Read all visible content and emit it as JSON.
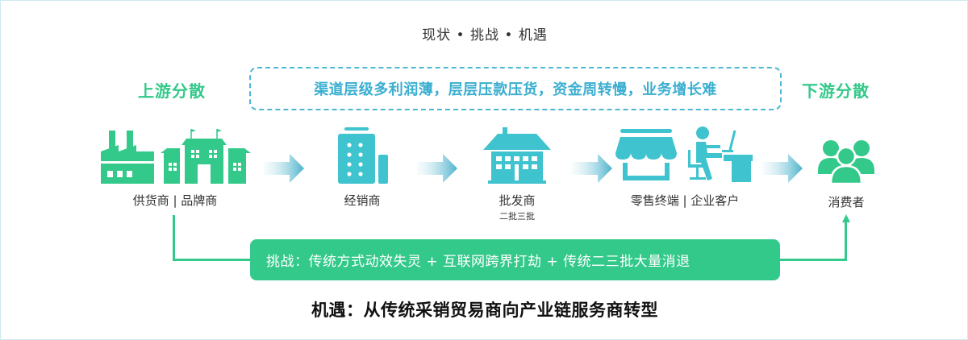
{
  "title": "现状 • 挑战 • 机遇",
  "upstream_heading": "上游分散",
  "downstream_heading": "下游分散",
  "pain_point": "渠道层级多利润薄，层层压款压货，资金周转慢，业务增长难",
  "nodes": [
    {
      "label": "供货商 | 品牌商",
      "icons": [
        "factory-icon",
        "office-buildings-icon"
      ],
      "color": "#33c98a"
    },
    {
      "label": "经销商",
      "icons": [
        "office-tower-icon"
      ],
      "color": "#3ec3cf"
    },
    {
      "label": "批发商",
      "sublabel": "二批三批",
      "icons": [
        "warehouse-house-icon"
      ],
      "color": "#3ec3cf"
    },
    {
      "label": "零售终端 | 企业客户",
      "icons": [
        "storefront-icon",
        "office-worker-icon"
      ],
      "color": "#3ec3cf"
    },
    {
      "label": "消费者",
      "icons": [
        "users-group-icon"
      ],
      "color": "#33c98a"
    }
  ],
  "challenge": "挑战：传统方式动效失灵 + 互联网跨界打劫 + 传统二三批大量消退",
  "opportunity": "机遇：从传统采销贸易商向产业链服务商转型",
  "colors": {
    "green": "#33c98a",
    "teal": "#3ec3cf",
    "blue_text": "#3aaed0",
    "dashed_border": "#4cb8d4",
    "frame_border": "#cde9ef"
  }
}
